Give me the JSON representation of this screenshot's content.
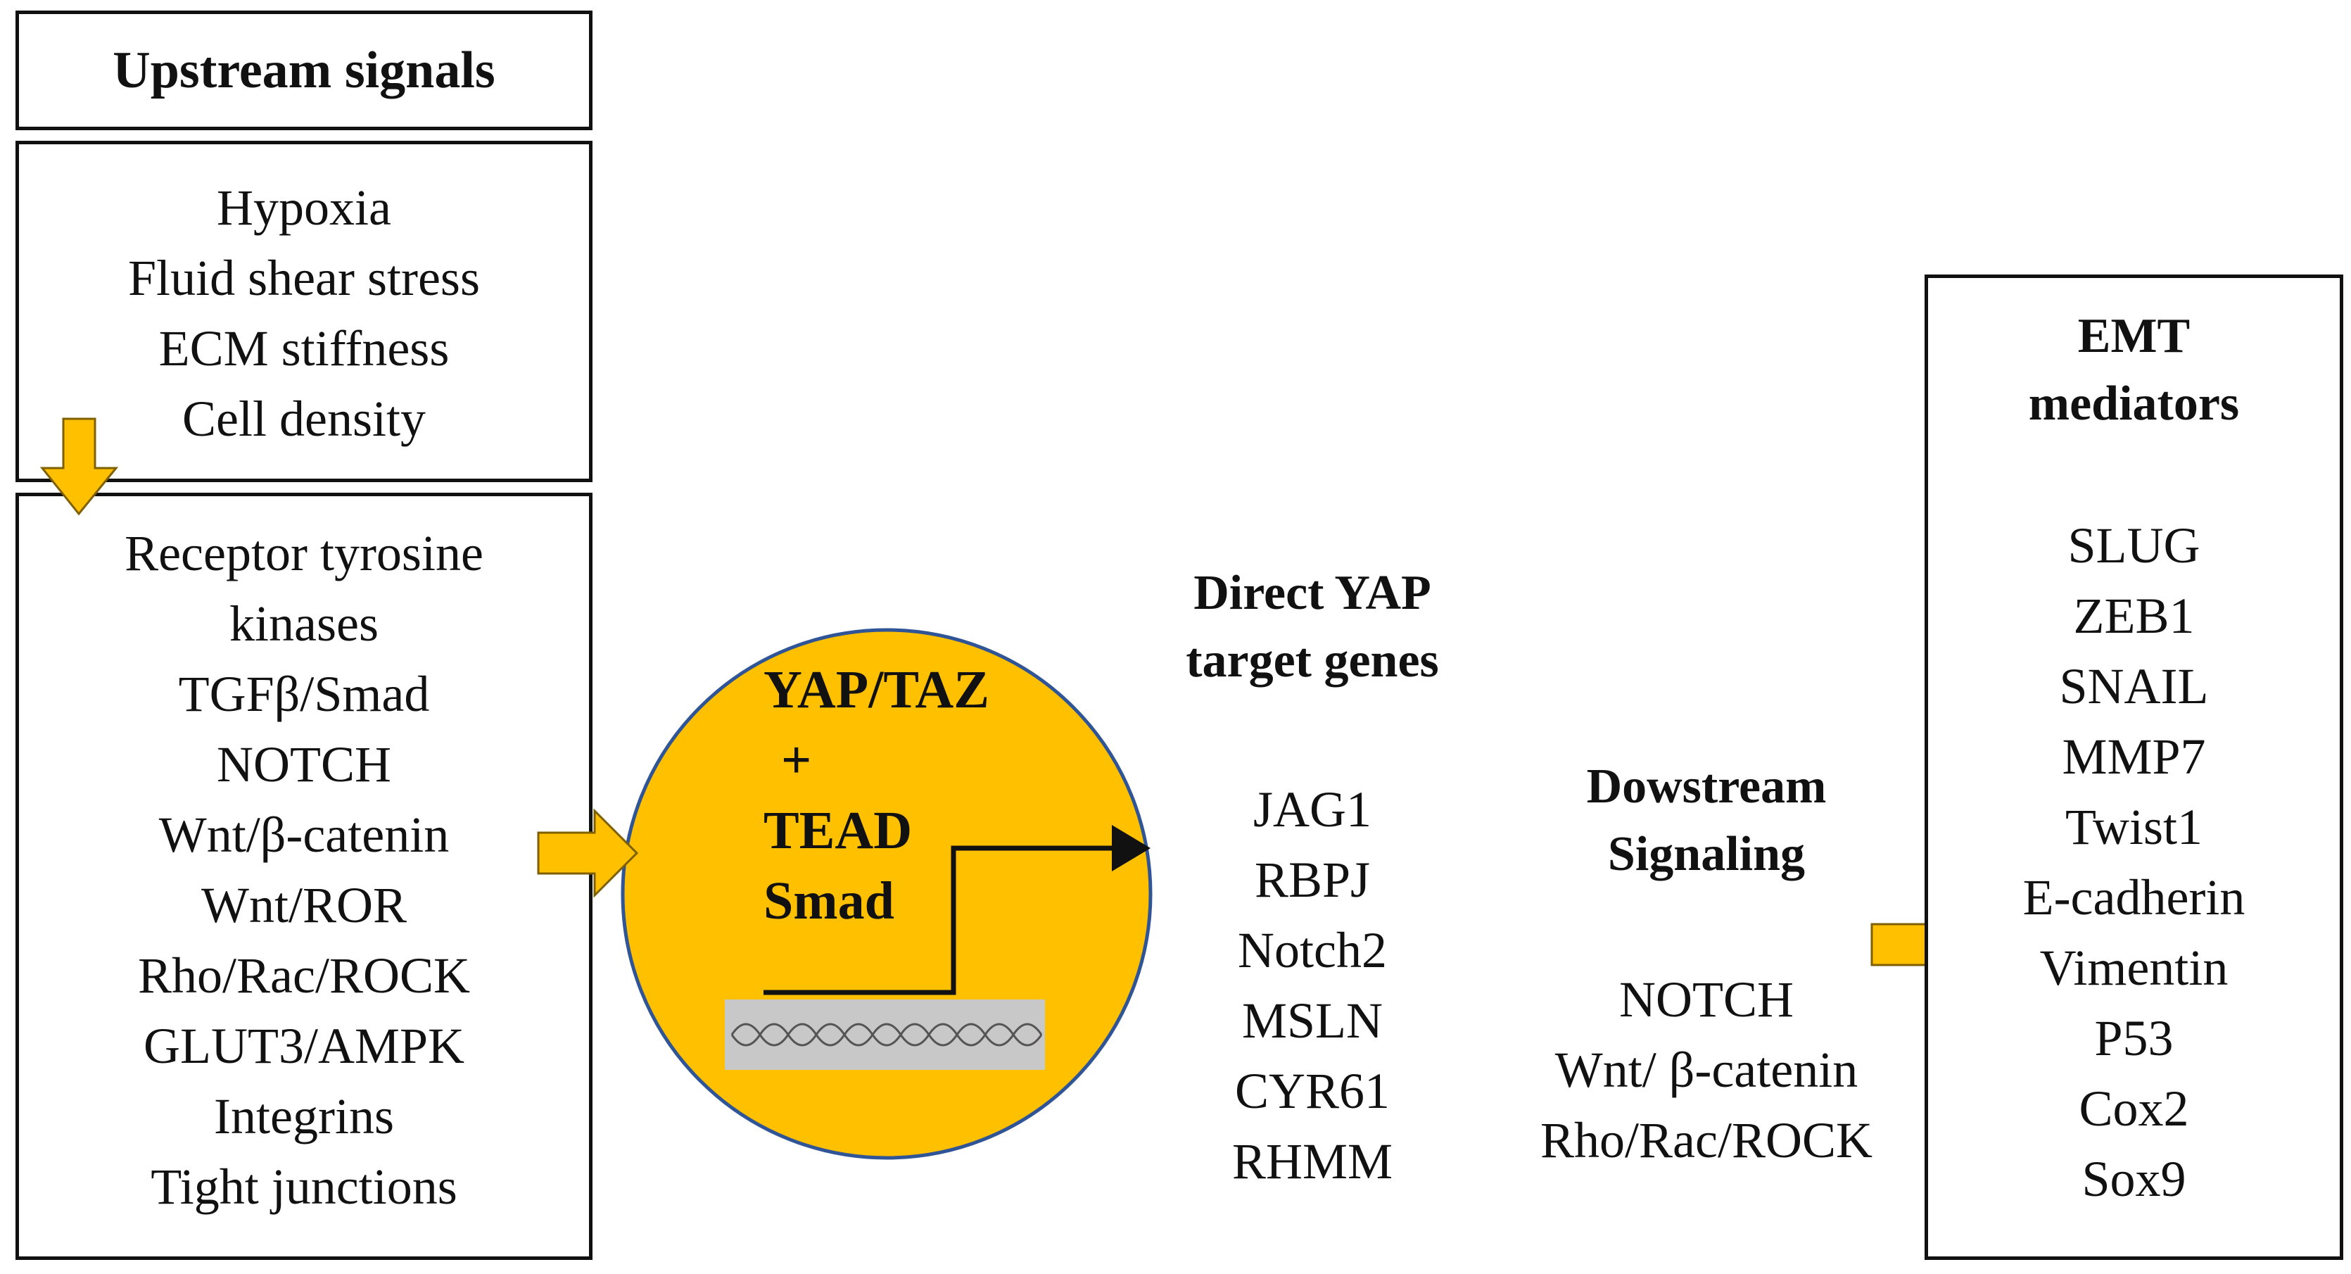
{
  "upstream": {
    "title": "Upstream signals",
    "physical": [
      "Hypoxia",
      "Fluid shear stress",
      "ECM stiffness",
      "Cell density"
    ],
    "pathways": [
      "Receptor tyrosine",
      "kinases",
      "TGFβ/Smad",
      "NOTCH",
      "Wnt/β-catenin",
      "Wnt/ROR",
      "Rho/Rac/ROCK",
      "GLUT3/AMPK",
      "Integrins",
      "Tight junctions"
    ]
  },
  "nucleus": {
    "lines": [
      "YAP/TAZ",
      "+",
      "TEAD",
      "Smad"
    ]
  },
  "targets": {
    "title": [
      "Direct YAP",
      "target genes"
    ],
    "genes": [
      "JAG1",
      "RBPJ",
      "Notch2",
      "MSLN",
      "CYR61",
      "RHMM"
    ]
  },
  "downstream": {
    "title": [
      "Dowstream",
      "Signaling"
    ],
    "items": [
      "NOTCH",
      "Wnt/ β-catenin",
      "Rho/Rac/ROCK"
    ]
  },
  "emt": {
    "title": [
      "EMT",
      "mediators"
    ],
    "items": [
      "SLUG",
      "ZEB1",
      "SNAIL",
      "MMP7",
      "Twist1",
      "E-cadherin",
      "Vimentin",
      "P53",
      "Cox2",
      "Sox9"
    ]
  },
  "colors": {
    "accent": "#FFC000",
    "accent_border": "#7F6000",
    "circle_border": "#2F5597",
    "dna_background": "#C8C8C8"
  }
}
